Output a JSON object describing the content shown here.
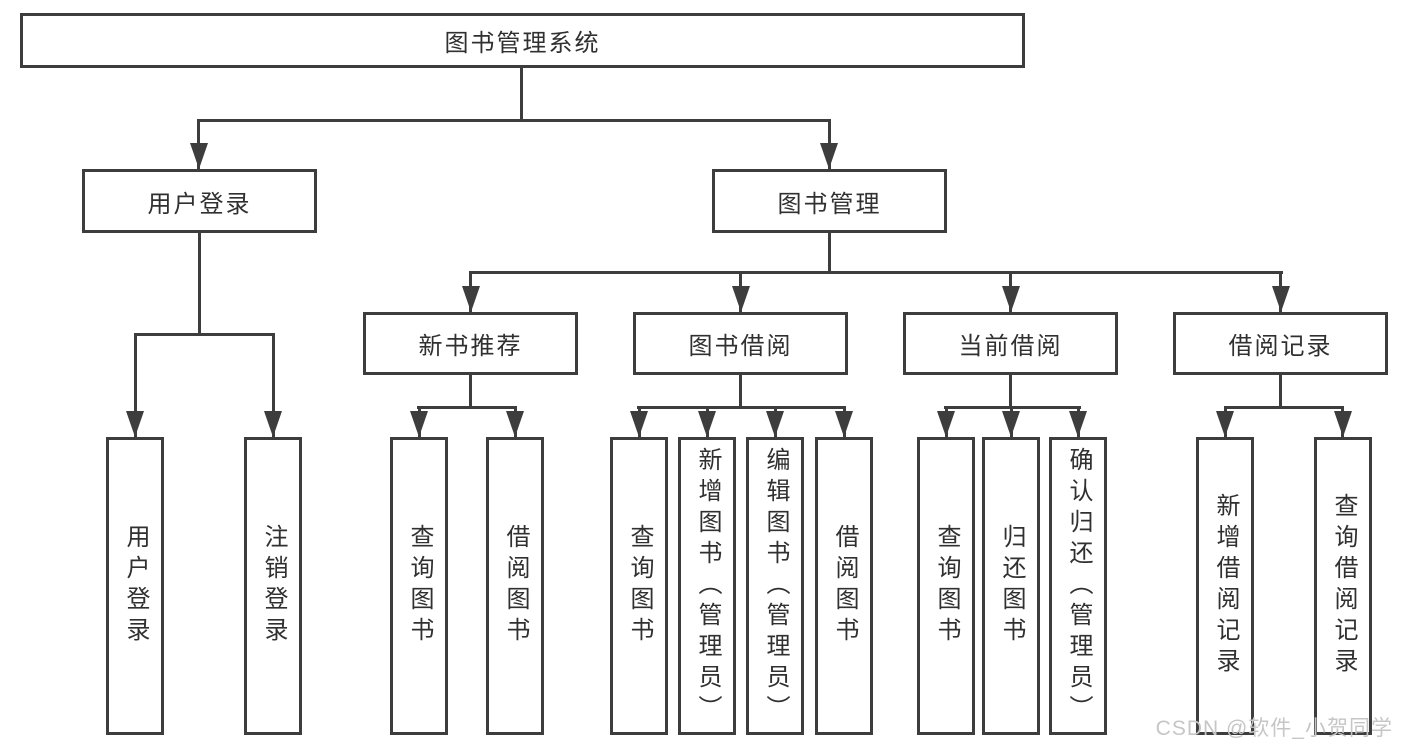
{
  "diagram": {
    "root": "图书管理系统",
    "level2": [
      "用户登录",
      "图书管理"
    ],
    "level3": [
      "新书推荐",
      "图书借阅",
      "当前借阅",
      "借阅记录"
    ],
    "leaves": {
      "user": [
        "用户登录",
        "注销登录"
      ],
      "newbook": [
        "查询图书",
        "借阅图书"
      ],
      "borrow": [
        "查询图书",
        "新增图书（管理员）",
        "编辑图书（管理员）",
        "借阅图书"
      ],
      "current": [
        "查询图书",
        "归还图书",
        "确认归还（管理员）"
      ],
      "records": [
        "新增借阅记录",
        "查询借阅记录"
      ]
    },
    "watermark": "CSDN @软件_小贺同学",
    "colors": {
      "line": "#3d3d3d",
      "text": "#303030",
      "watermark": "#c6c6c6",
      "background": "#ffffff"
    }
  }
}
